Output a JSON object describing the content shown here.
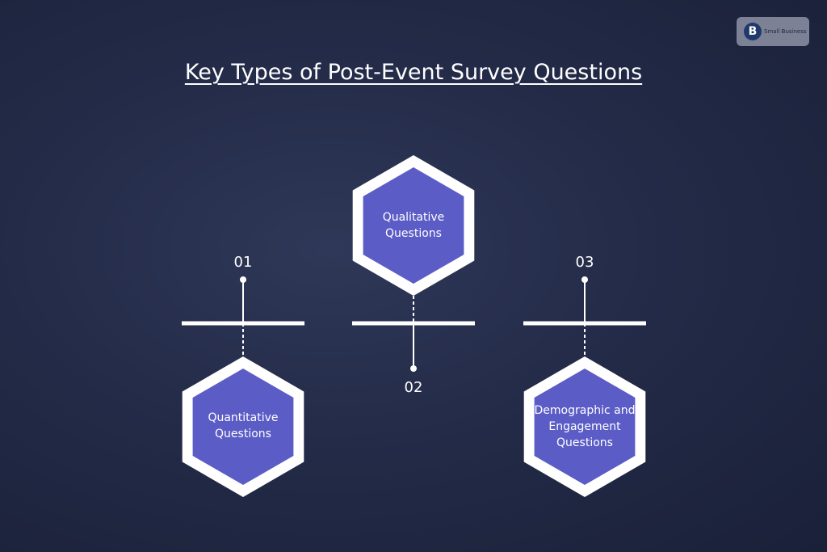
{
  "title": "Key Types of Post-Event Survey Questions",
  "logo": {
    "text": "Small Business",
    "mark": "B"
  },
  "colors": {
    "background": "#232b48",
    "hex_fill": "#5b5cc6",
    "hex_border": "#ffffff"
  },
  "items": [
    {
      "number": "01",
      "label": "Quantitative Questions"
    },
    {
      "number": "02",
      "label": "Qualitative Questions"
    },
    {
      "number": "03",
      "label": "Demographic and Engagement Questions"
    }
  ]
}
